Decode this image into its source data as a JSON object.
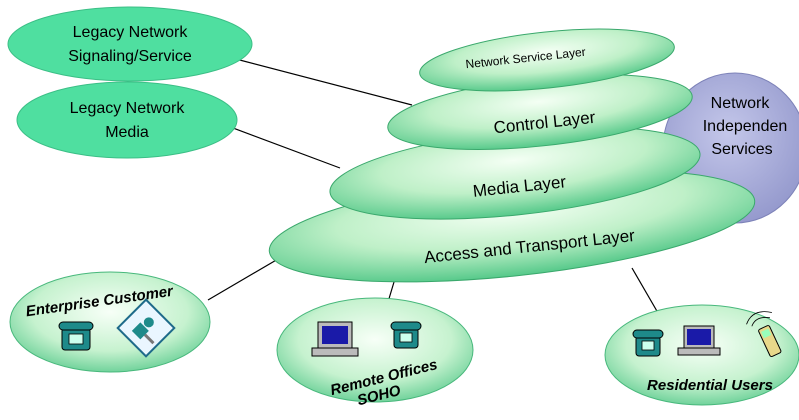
{
  "legacy_signaling": {
    "line1": "Legacy Network",
    "line2": "Signaling/Service"
  },
  "legacy_media": {
    "line1": "Legacy Network",
    "line2": "Media"
  },
  "layers": {
    "network_service": "Network Service Layer",
    "control": "Control Layer",
    "media": "Media Layer",
    "access_transport": "Access and Transport Layer"
  },
  "independent_services": {
    "line1": "Network",
    "line2": "Independen",
    "line3": "Services"
  },
  "enterprise": {
    "label": "Enterprise Customer"
  },
  "remote_offices": {
    "line1": "Remote Offices",
    "line2": "SOHO"
  },
  "residential": {
    "label": "Residential Users"
  },
  "colors": {
    "green_light": "#e6fbe6",
    "green_mid": "#8fe3a9",
    "green_dark": "#3fbf7a",
    "legacy_fill": "#4fdfa0",
    "services_fill": "#a7abd8",
    "teal_device": "#1e8a8a"
  }
}
